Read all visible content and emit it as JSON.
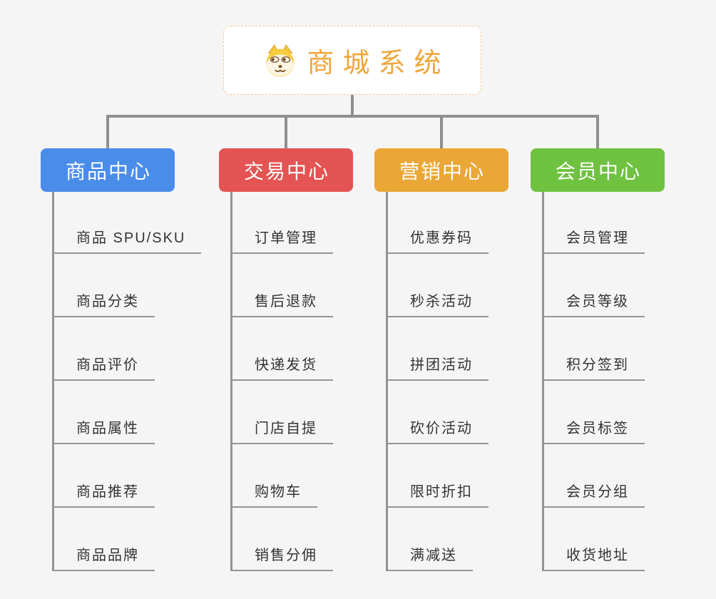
{
  "root": {
    "title": "商城系统",
    "icon": "doge-icon",
    "accent_color": "#f0a63c",
    "border_color": "#f6c88a"
  },
  "branches": [
    {
      "label": "商品中心",
      "color": "#4a8cea",
      "items": [
        "商品 SPU/SKU",
        "商品分类",
        "商品评价",
        "商品属性",
        "商品推荐",
        "商品品牌"
      ]
    },
    {
      "label": "交易中心",
      "color": "#e35453",
      "items": [
        "订单管理",
        "售后退款",
        "快递发货",
        "门店自提",
        "购物车",
        "销售分佣"
      ]
    },
    {
      "label": "营销中心",
      "color": "#eaa736",
      "items": [
        "优惠券码",
        "秒杀活动",
        "拼团活动",
        "砍价活动",
        "限时折扣",
        "满减送"
      ]
    },
    {
      "label": "会员中心",
      "color": "#6fc240",
      "items": [
        "会员管理",
        "会员等级",
        "积分签到",
        "会员标签",
        "会员分组",
        "收货地址"
      ]
    }
  ]
}
